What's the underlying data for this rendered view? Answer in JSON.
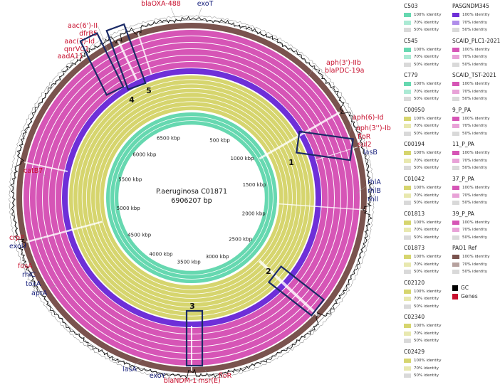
{
  "center": {
    "name": "P.aeruginosa C01871",
    "size": "6906207 bp"
  },
  "kbp_labels": [
    "500 kbp",
    "1000 kbp",
    "1500 kbp",
    "2000 kbp",
    "2500 kbp",
    "3000 kbp",
    "3500 kbp",
    "4000 kbp",
    "4500 kbp",
    "5000 kbp",
    "5500 kbp",
    "6000 kbp",
    "6500 kbp"
  ],
  "genome_length_bp": 6906207,
  "genes": [
    {
      "text": "blaOXA-488",
      "color": "#c8102e",
      "group": "a"
    },
    {
      "text": "exoT",
      "color": "#1a237e",
      "group": "a"
    },
    {
      "text": "aac(6')-II",
      "color": "#c8102e",
      "group": "b"
    },
    {
      "text": "dfrB5",
      "color": "#c8102e",
      "group": "b"
    },
    {
      "text": "aac(3)-Id",
      "color": "#c8102e",
      "group": "b"
    },
    {
      "text": "qnrVC1",
      "color": "#c8102e",
      "group": "b"
    },
    {
      "text": "aadA11",
      "color": "#c8102e",
      "group": "b"
    },
    {
      "text": "aph(3')-IIb",
      "color": "#c8102e",
      "group": "c"
    },
    {
      "text": "blaPDC-19a",
      "color": "#c8102e",
      "group": "c"
    },
    {
      "text": "aph(6)-Id",
      "color": "#c8102e",
      "group": "d"
    },
    {
      "text": "aph(3'')-Ib",
      "color": "#c8102e",
      "group": "d"
    },
    {
      "text": "floR",
      "color": "#c8102e",
      "group": "d"
    },
    {
      "text": "sul2",
      "color": "#c8102e",
      "group": "d"
    },
    {
      "text": "lasB",
      "color": "#1a237e",
      "group": "d"
    },
    {
      "text": "rhlA",
      "color": "#1a237e",
      "group": "e"
    },
    {
      "text": "rhlB",
      "color": "#1a237e",
      "group": "e"
    },
    {
      "text": "rhlI",
      "color": "#1a237e",
      "group": "e"
    },
    {
      "text": "catB7",
      "color": "#c8102e",
      "group": "f"
    },
    {
      "text": "crpP",
      "color": "#c8102e",
      "group": "g"
    },
    {
      "text": "exoU",
      "color": "#1a237e",
      "group": "g"
    },
    {
      "text": "fosA",
      "color": "#c8102e",
      "group": "h"
    },
    {
      "text": "rhlC",
      "color": "#1a237e",
      "group": "h"
    },
    {
      "text": "toxA",
      "color": "#1a237e",
      "group": "h"
    },
    {
      "text": "aprA",
      "color": "#1a237e",
      "group": "h"
    },
    {
      "text": "lasA",
      "color": "#1a237e",
      "group": "i"
    },
    {
      "text": "exoY",
      "color": "#1a237e",
      "group": "i"
    },
    {
      "text": "blaNDM-1",
      "color": "#c8102e",
      "group": "i"
    },
    {
      "text": "msr(E)",
      "color": "#c8102e",
      "group": "i"
    },
    {
      "text": "floR",
      "color": "#c8102e",
      "group": "i"
    }
  ],
  "boxes": [
    "1",
    "2",
    "3",
    "4",
    "5"
  ],
  "colors": {
    "teal": "#66d8b0",
    "yellow": "#d6d56e",
    "purple": "#6e2fd8",
    "magenta": "#d655b6",
    "brown": "#7a534e",
    "gc": "#000000",
    "genes": "#c8102e",
    "box_outline": "#1a2a66"
  },
  "legend": {
    "identity_labels": [
      "100% identity",
      "70% identity",
      "50% identity"
    ],
    "left": [
      {
        "title": "C503",
        "color": "#66d8b0"
      },
      {
        "title": "C545",
        "color": "#66d8b0"
      },
      {
        "title": "C779",
        "color": "#66d8b0"
      },
      {
        "title": "C00950",
        "color": "#d6d56e"
      },
      {
        "title": "C00194",
        "color": "#d6d56e"
      },
      {
        "title": "C01042",
        "color": "#d6d56e"
      },
      {
        "title": "C01813",
        "color": "#d6d56e"
      },
      {
        "title": "C01873",
        "color": "#d6d56e"
      },
      {
        "title": "C02120",
        "color": "#d6d56e"
      },
      {
        "title": "C02340",
        "color": "#d6d56e"
      },
      {
        "title": "C02429",
        "color": "#d6d56e"
      }
    ],
    "right": [
      {
        "title": "PASGNDM345",
        "color": "#6e2fd8"
      },
      {
        "title": "SCAID_PLC1-2021",
        "color": "#d655b6"
      },
      {
        "title": "SCAID_TST-2021",
        "color": "#d655b6"
      },
      {
        "title": "9_P_PA",
        "color": "#d655b6"
      },
      {
        "title": "11_P_PA",
        "color": "#d655b6"
      },
      {
        "title": "37_P_PA",
        "color": "#d655b6"
      },
      {
        "title": "39_P_PA",
        "color": "#d655b6"
      },
      {
        "title": "PAO1 Ref",
        "color": "#7a534e"
      }
    ],
    "extra": [
      {
        "label": "GC",
        "color": "#000000"
      },
      {
        "label": "Genes",
        "color": "#c8102e"
      }
    ]
  }
}
